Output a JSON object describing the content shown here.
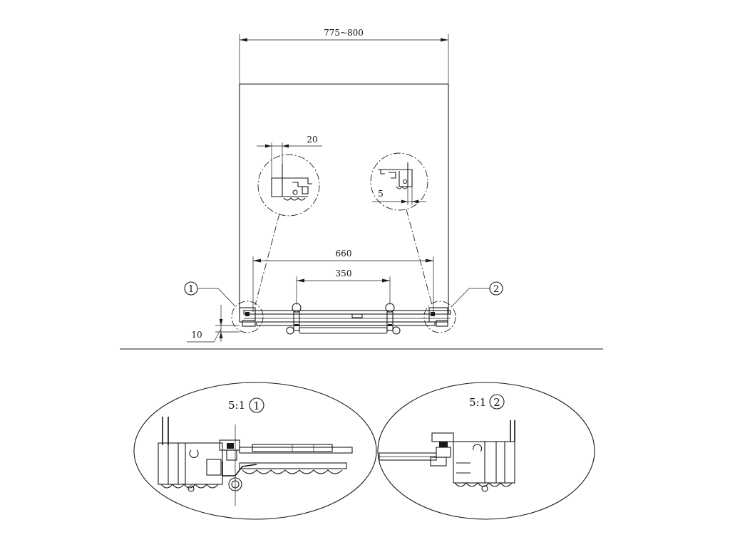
{
  "dimensions": {
    "overall_width": "775~800",
    "detail_offset_20": "20",
    "detail_offset_5": "5",
    "track_span": "660",
    "handle_span": "350",
    "floor_gap": "10"
  },
  "callouts": {
    "marker_1": "1",
    "marker_2": "2"
  },
  "details": {
    "detail_1_scale": "5:1",
    "detail_1_marker": "1",
    "detail_2_scale": "5:1",
    "detail_2_marker": "2"
  }
}
